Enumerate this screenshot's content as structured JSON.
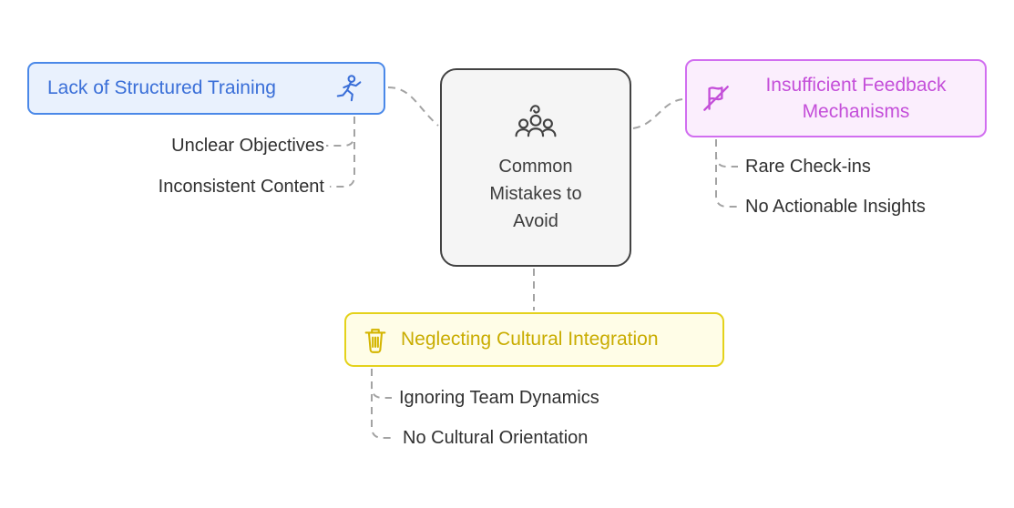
{
  "center": {
    "label": "Common Mistakes to Avoid"
  },
  "branches": {
    "training": {
      "title": "Lack of Structured Training",
      "items": [
        "Unclear Objectives",
        "Inconsistent Content"
      ]
    },
    "feedback": {
      "title": "Insufficient Feedback Mechanisms",
      "items": [
        "Rare Check-ins",
        "No Actionable Insights"
      ]
    },
    "culture": {
      "title": "Neglecting Cultural Integration",
      "items": [
        "Ignoring Team Dynamics",
        "No Cultural Orientation"
      ]
    }
  },
  "icons": {
    "center": "team-people-icon",
    "training": "exercising-person-icon",
    "feedback": "crossed-out-flag-icon",
    "culture": "trash-icon"
  },
  "colors": {
    "blue_border": "#4a88e8",
    "blue_text": "#3a6fd8",
    "blue_fill": "#e9f1fd",
    "purple_border": "#d16ef0",
    "purple_text": "#c44fd9",
    "purple_fill": "#fbeefd",
    "yellow_border": "#e4d21b",
    "yellow_text": "#c9ac00",
    "yellow_icon": "#d4b500",
    "yellow_fill": "#fffde7",
    "gray_connector": "#a3a3a3",
    "center_border": "#424242",
    "center_fill": "#f5f5f5",
    "item_text": "#303030"
  }
}
